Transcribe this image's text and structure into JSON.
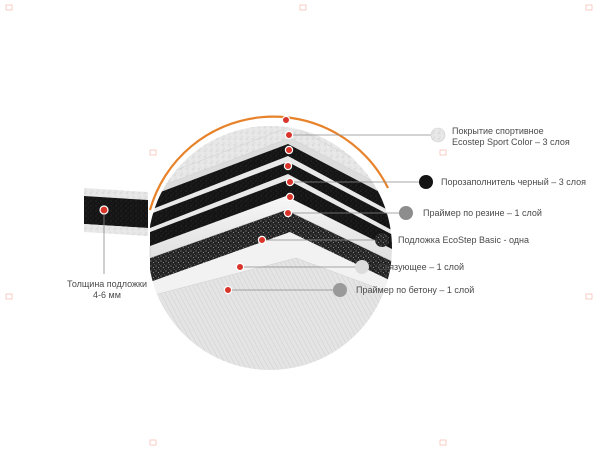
{
  "layers": [
    {
      "line1": "Покрытие спортивное",
      "line2": "Ecostep Sport Color – 3 слоя",
      "swatch": "#c8c8c8"
    },
    {
      "line1": "Порозаполнитель черный – 3 слоя",
      "swatch": "#1a1a1a"
    },
    {
      "line1": "Праймер по резине  – 1 слой",
      "swatch": "#8d8d8d"
    },
    {
      "line1": "Подложка EcoStep Basic - одна",
      "swatch": "#2b2b2b"
    },
    {
      "line1": "Связующее – 1 слой",
      "swatch": "#d9d9d9"
    },
    {
      "line1": "Праймер по бетону  – 1 слой",
      "swatch": "#9a9a9a"
    }
  ],
  "thickness": {
    "line1": "Толщина подложки",
    "line2": "4-6 мм"
  },
  "colors": {
    "accent": "#e8822a",
    "marker": "#d8342a",
    "line": "#8a8a8a"
  }
}
